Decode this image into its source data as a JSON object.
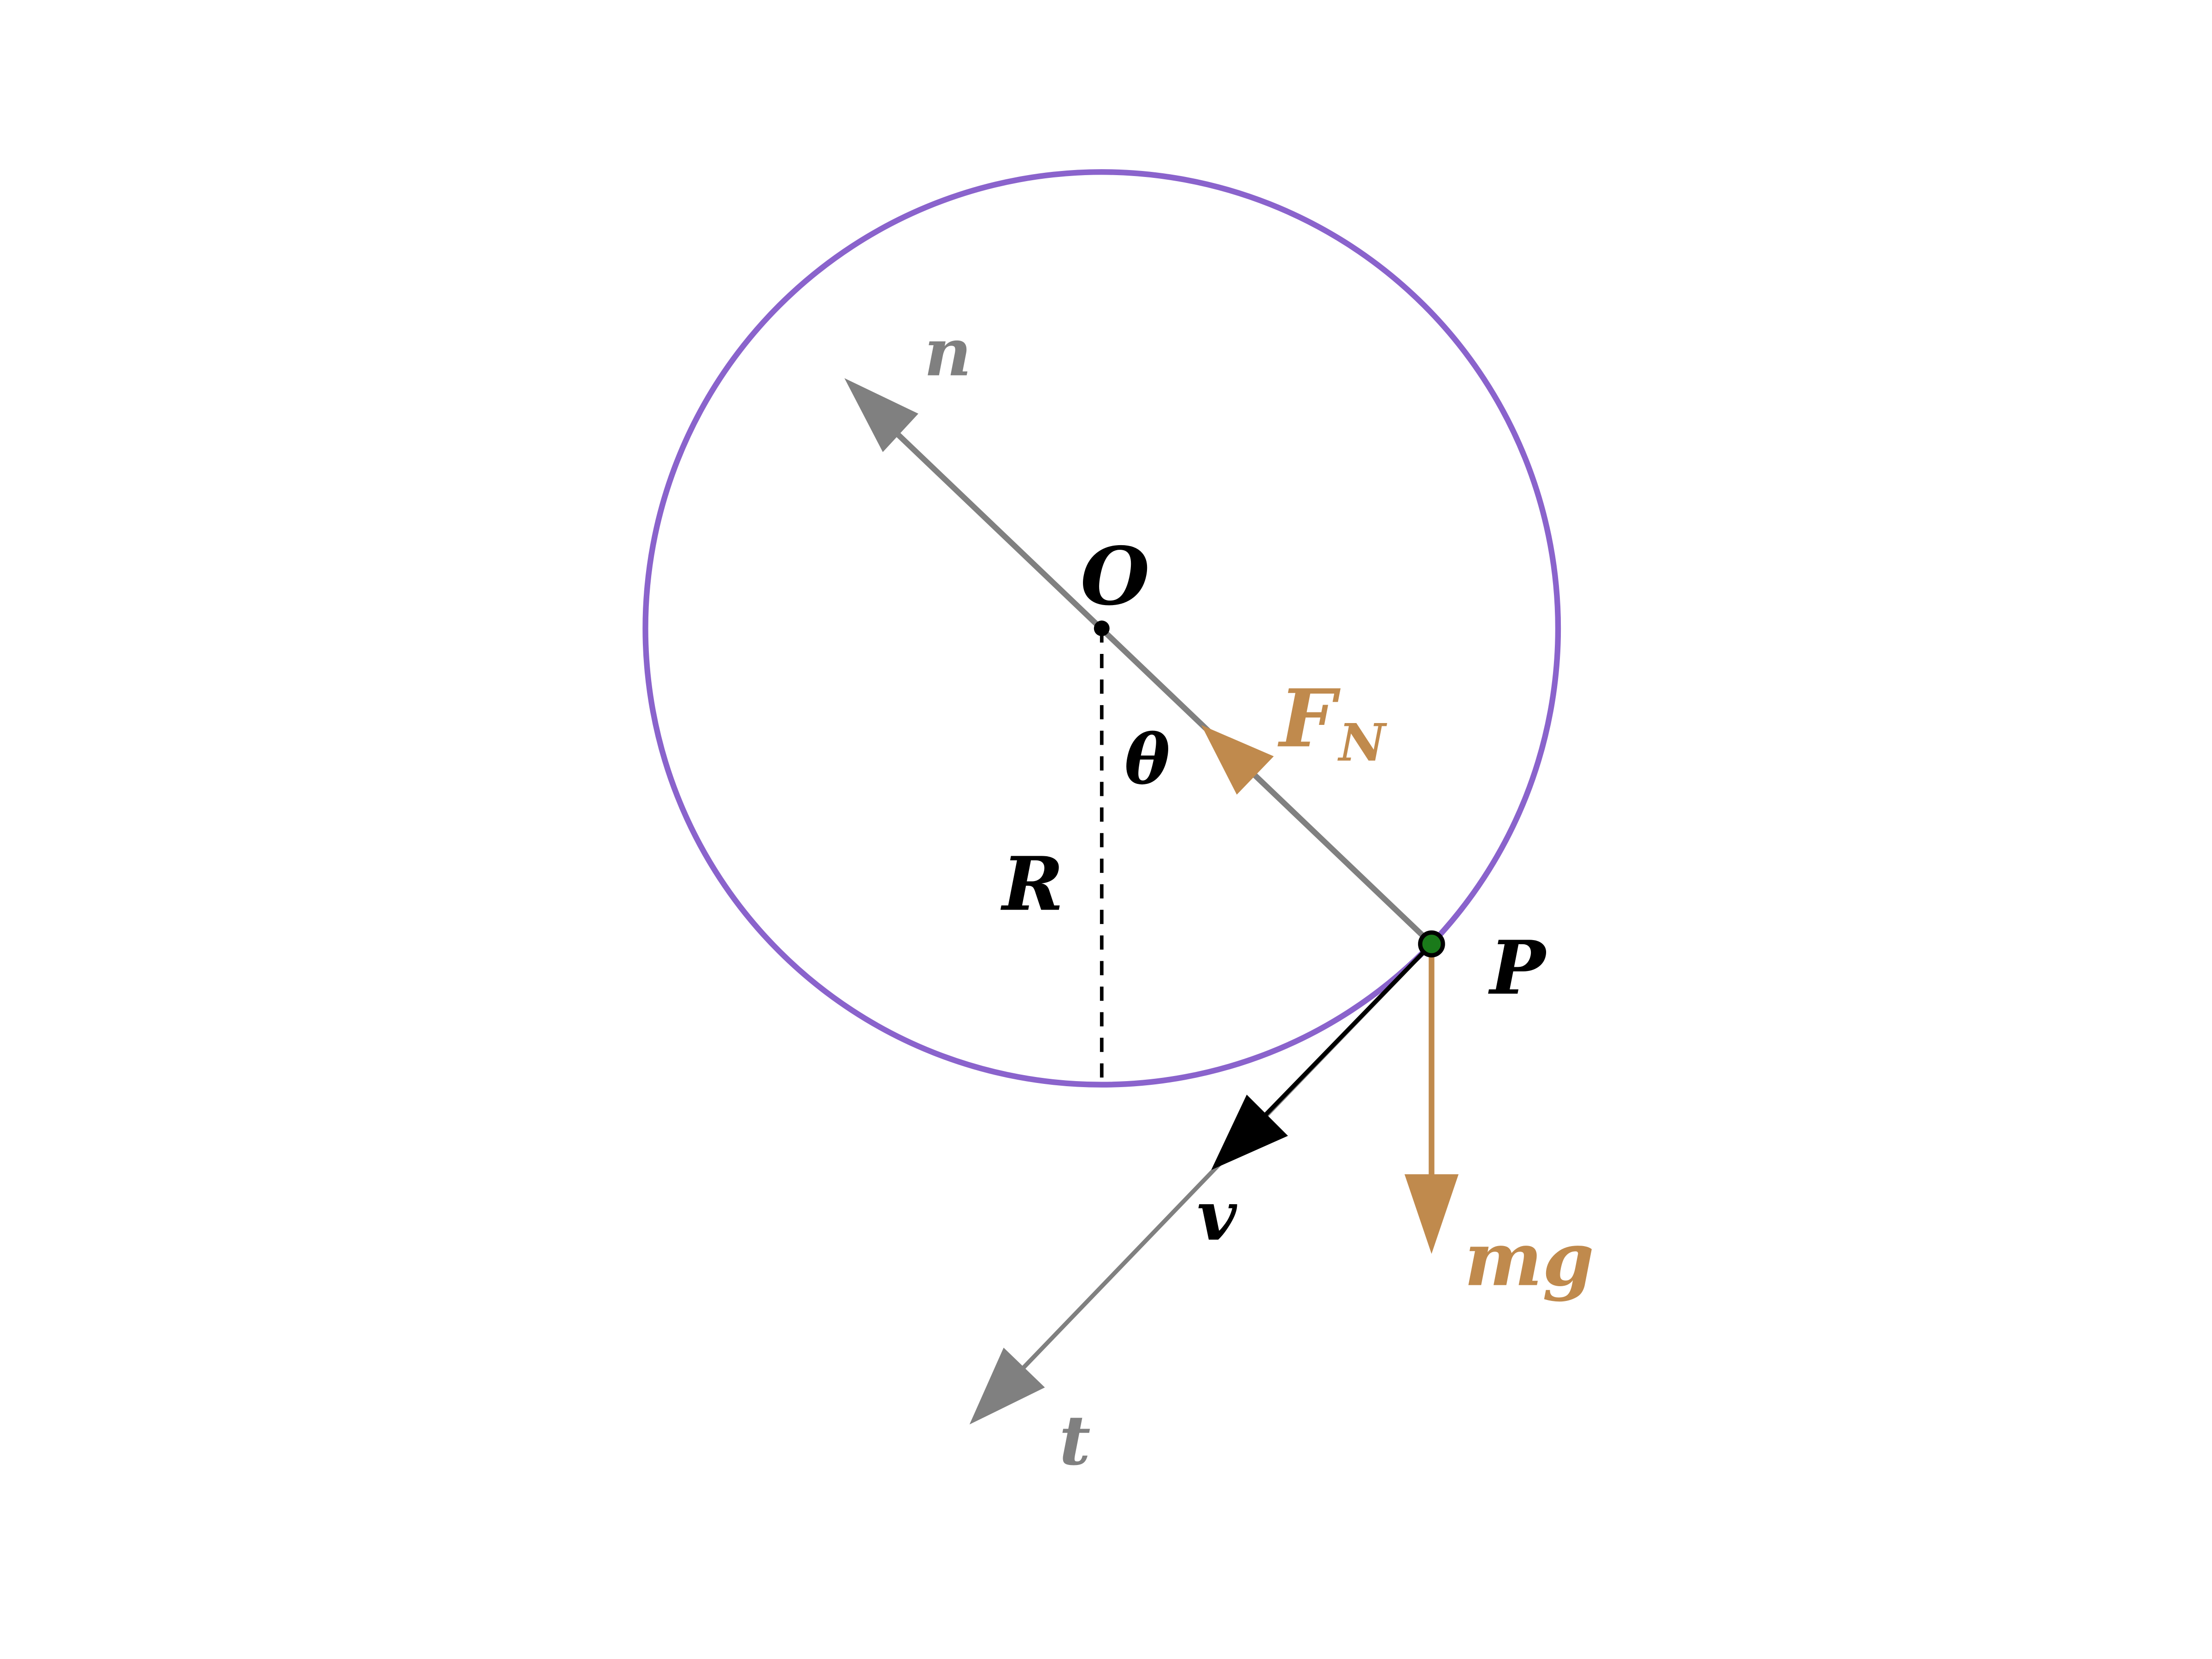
{
  "labels": {
    "center": "O",
    "point": "P",
    "radius": "R",
    "angle": "θ",
    "normal_axis": "n",
    "tangent_axis": "t",
    "velocity": "v",
    "normal_force_main": "F",
    "normal_force_sub": "N",
    "weight": "mg"
  },
  "colors": {
    "circle": "#8a63cc",
    "axis": "#808080",
    "force": "#c08a4d",
    "velocity": "#000000",
    "particle": "#1a7a1a"
  }
}
